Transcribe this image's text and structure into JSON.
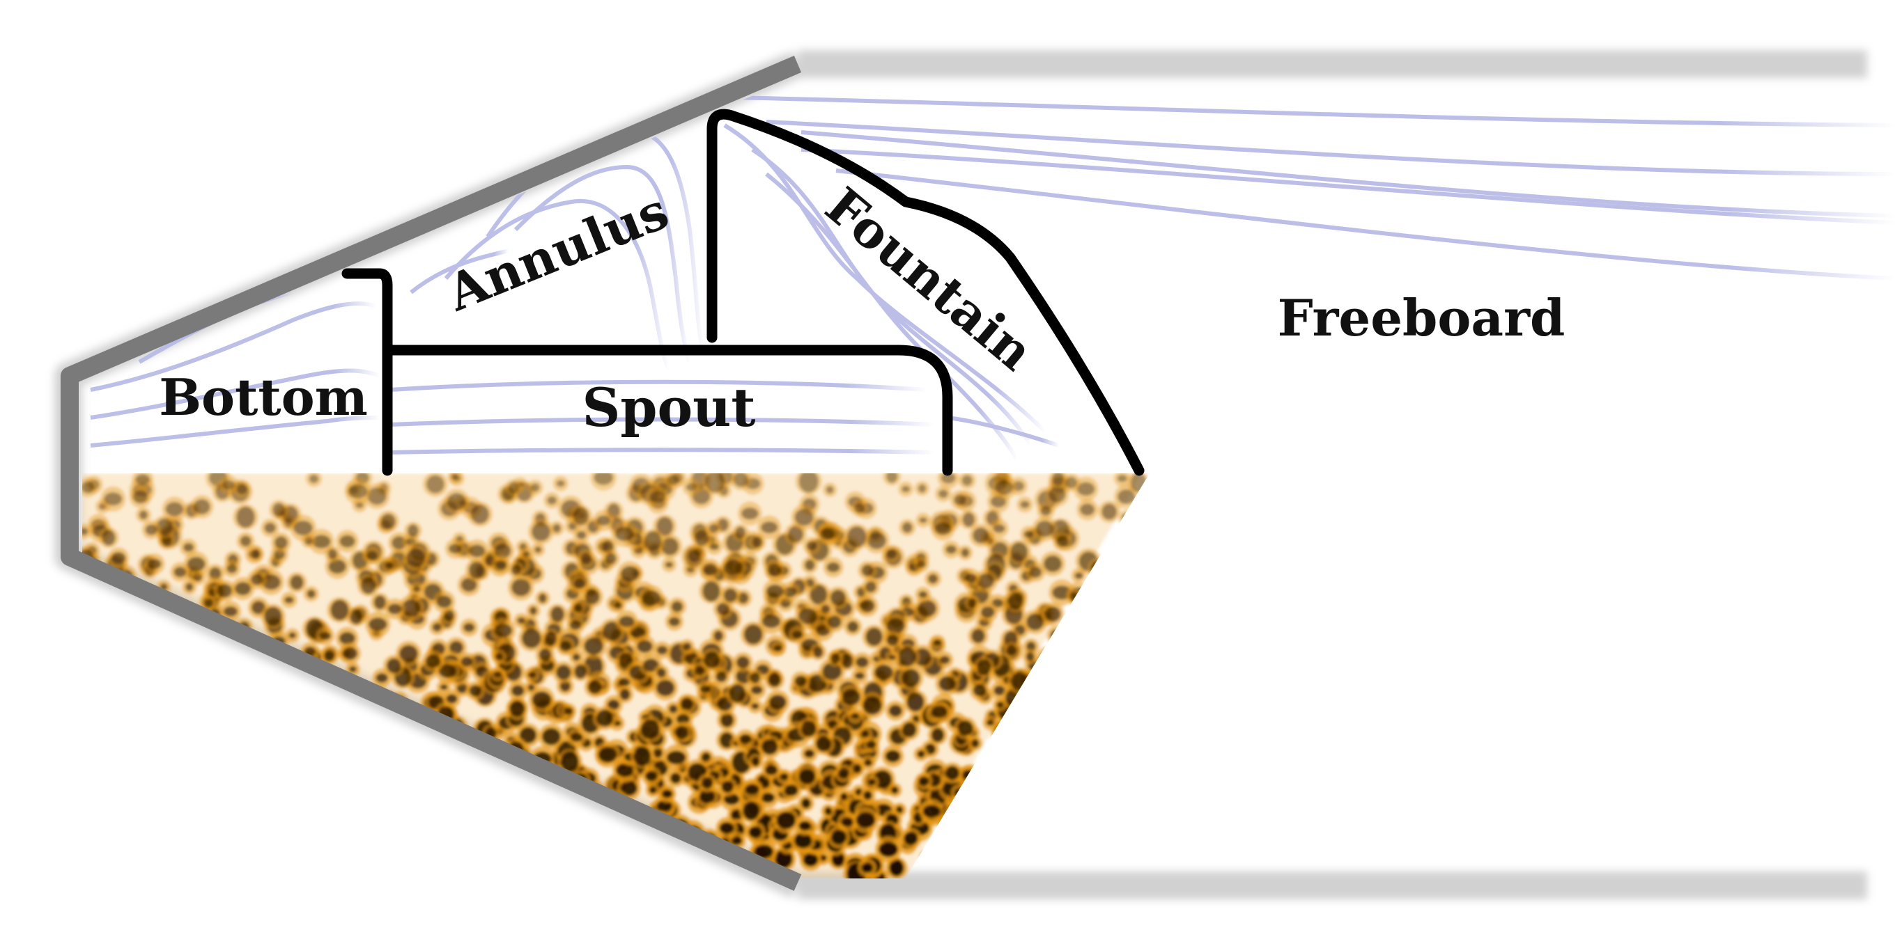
{
  "diagram": {
    "regions": [
      {
        "id": "bottom",
        "label": "Bottom"
      },
      {
        "id": "annulus",
        "label": "Annulus"
      },
      {
        "id": "spout",
        "label": "Spout"
      },
      {
        "id": "fountain",
        "label": "Fountain"
      },
      {
        "id": "freeboard",
        "label": "Freeboard"
      }
    ],
    "colors": {
      "wall": "#7a7a7a",
      "boundary": "#000000",
      "streamline": "#b5b8e6",
      "particle": "#e59411",
      "particle_dark": "#1a0d00"
    }
  }
}
